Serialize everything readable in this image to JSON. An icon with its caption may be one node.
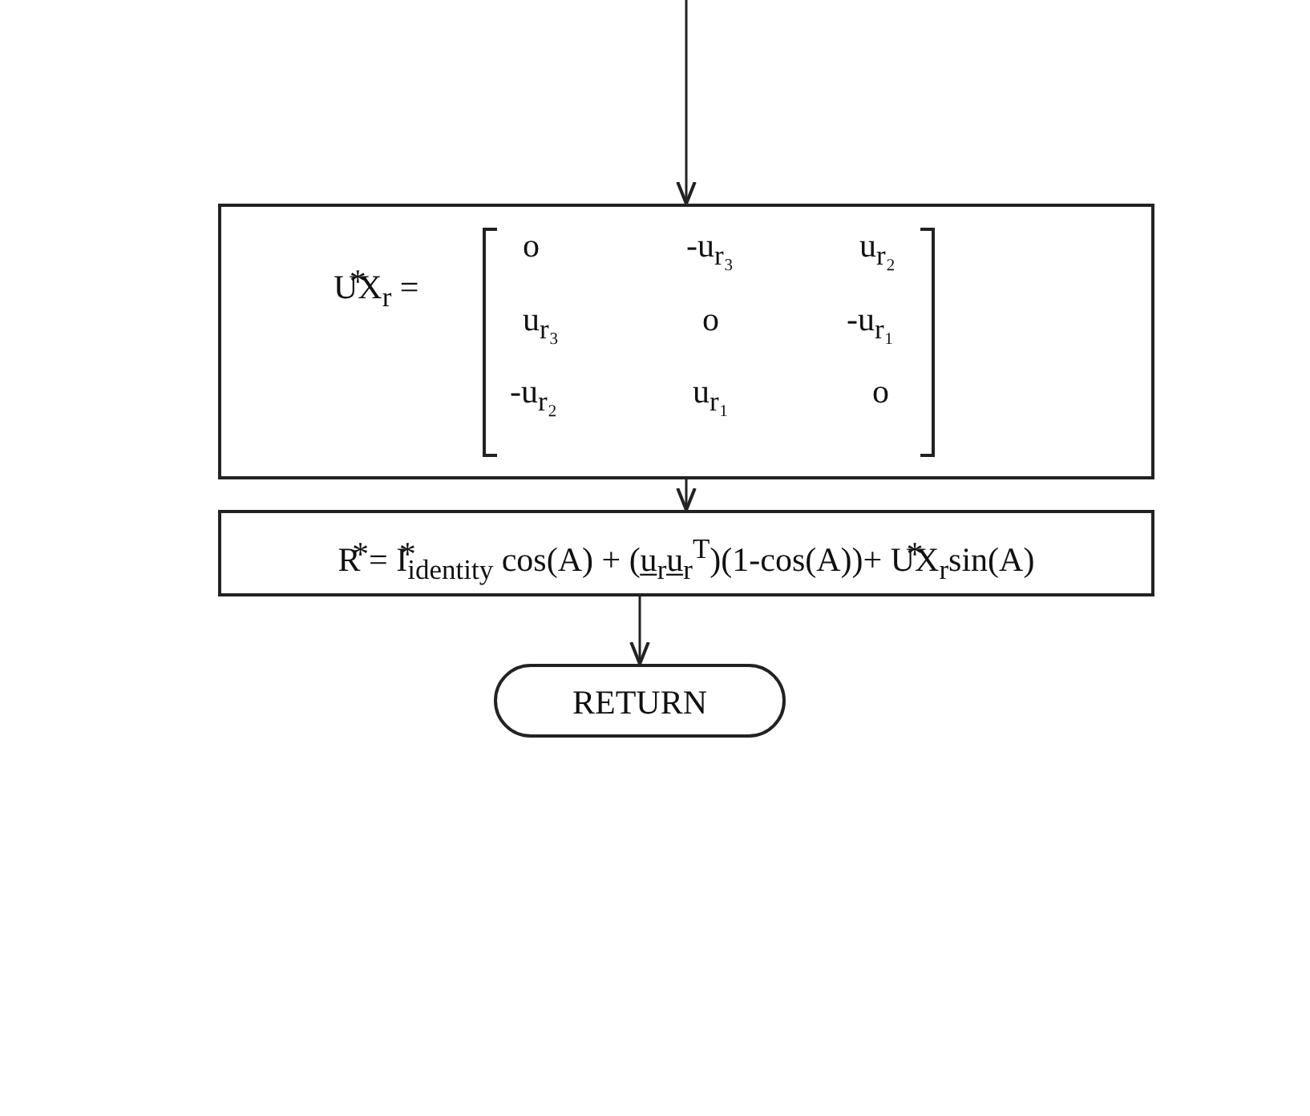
{
  "diagram": {
    "nodes": [
      {
        "text": [
          "U⃰X$_{r}$ =",
          "o",
          "-u$_{r₃}$",
          "u$_{r₂}$",
          "u$_{r₃}$",
          "o",
          "-u$_{r₁}$",
          "-u$_{r₂}$",
          "u$_{r₁}$",
          "o"
        ]
      },
      {
        "text": [
          "R⃰ = I⃰$_{identity}$ cos(A) + (u̲$_{r}$u̲$_{r}$$^{T}$)(1-cos(A))+ U⃰X$_{r}$sin(A)"
        ]
      },
      {
        "text": [
          "RETURN"
        ]
      }
    ],
    "edges": [
      {
        "from": null,
        "to": 0,
        "arrow": "to"
      },
      {
        "from": 0,
        "to": 1,
        "arrow": "to"
      },
      {
        "from": 1,
        "to": 2,
        "arrow": "to"
      }
    ]
  }
}
